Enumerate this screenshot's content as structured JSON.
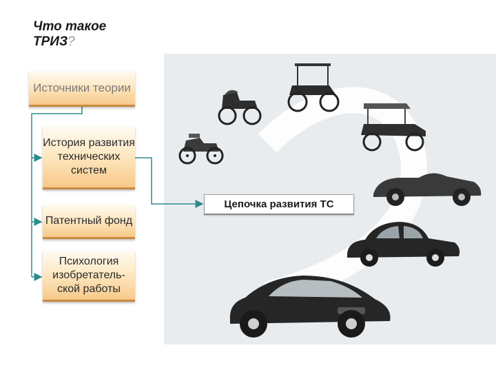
{
  "title": {
    "line1": "Что такое",
    "line2": "ТРИЗ",
    "mark": "?"
  },
  "sources": {
    "heading": "Источники теории",
    "items": [
      {
        "label": "История развития технических систем"
      },
      {
        "label": "Патентный фонд"
      },
      {
        "label": "Психология изобретатель-ской работы"
      }
    ]
  },
  "chain": {
    "label": "Цепочка развития ТС"
  },
  "cars": [
    {
      "icon": "veteran-car-icon"
    },
    {
      "icon": "horseless-carriage-icon"
    },
    {
      "icon": "canopy-car-icon"
    },
    {
      "icon": "touring-car-icon"
    },
    {
      "icon": "convertible-car-icon"
    },
    {
      "icon": "sedan-car-icon"
    },
    {
      "icon": "sports-car-icon"
    }
  ],
  "colors": {
    "connector": "#2e8b8b",
    "box_bottom": "#f8c98a",
    "panel": "#e8ecee"
  }
}
